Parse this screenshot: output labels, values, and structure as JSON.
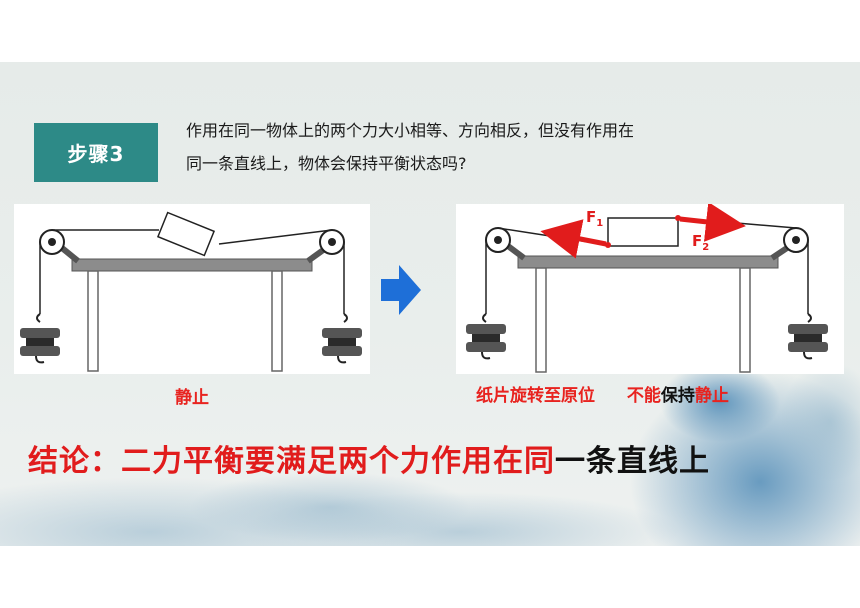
{
  "step": {
    "label": "步骤3"
  },
  "question": {
    "line1": "作用在同一物体上的两个力大小相等、方向相反，但没有作用在",
    "line2": "同一条直线上，物体会保持平衡状态吗?"
  },
  "diagram_right": {
    "force1": "F",
    "force1_sub": "1",
    "force2": "F",
    "force2_sub": "2"
  },
  "captions": {
    "left": "静止",
    "right_a": "纸片旋转至原位",
    "right_b_red": "不能",
    "right_b_black": "保持",
    "right_b_red2": "静止"
  },
  "conclusion": {
    "red": "结论：二力平衡要满足两个力作用在同",
    "black": "一条直线上"
  },
  "colors": {
    "badge": "#2d8a87",
    "red": "#e11c1c",
    "arrow": "#1e6fd8"
  }
}
